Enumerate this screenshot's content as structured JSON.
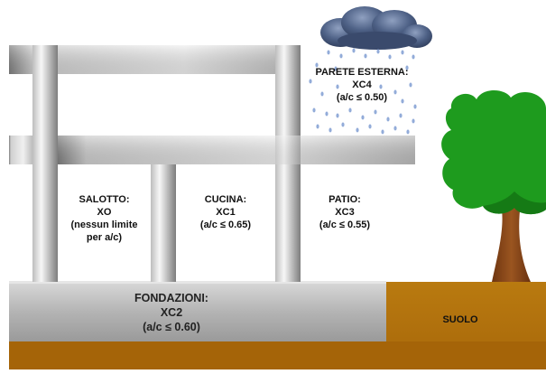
{
  "labels": {
    "salotto": [
      "SALOTTO:",
      "XO",
      "(nessun limite",
      "per a/c)"
    ],
    "cucina": [
      "CUCINA:",
      "XC1",
      "(a/c ≤ 0.65)"
    ],
    "patio": [
      "PATIO:",
      "XC3",
      "(a/c ≤ 0.55)"
    ],
    "parete": [
      "PARETE ESTERNA:",
      "XC4",
      "(a/c ≤ 0.50)"
    ],
    "fondazioni": [
      "FONDAZIONI:",
      "XC2",
      "(a/c ≤ 0.60)"
    ],
    "suolo": "SUOLO"
  },
  "colors": {
    "concrete_light": "#f2f2f2",
    "concrete_dark": "#8a8a8a",
    "foundation": "#a9a9a9",
    "soil": "#b8760c",
    "soil_dark": "#9b5c0a",
    "tree_green": "#1f9a1f",
    "trunk": "#8b4513",
    "cloud": "#4a5e80",
    "drop": "#8fa8d8"
  }
}
